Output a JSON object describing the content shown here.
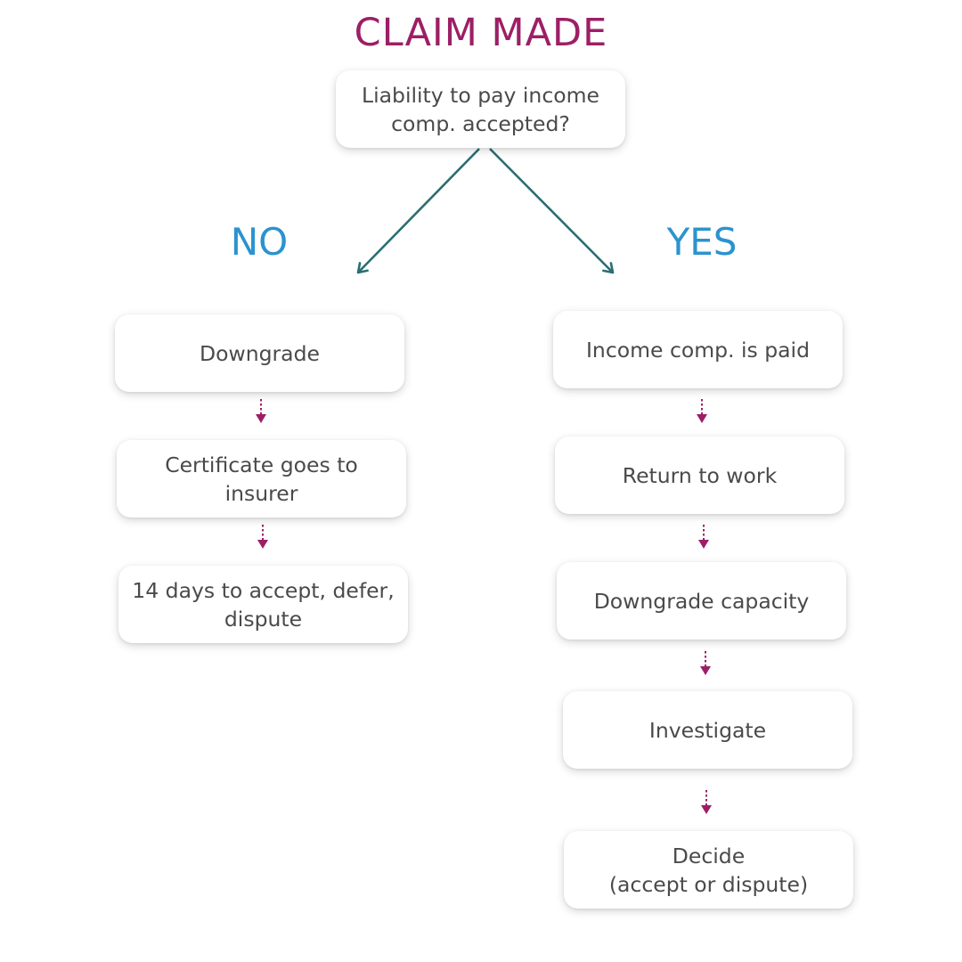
{
  "colors": {
    "title": "#9c1f66",
    "branch_label": "#2b93cf",
    "main_arrow": "#2a6e73",
    "step_arrow": "#9c1f66",
    "box_text": "#4a4a4a"
  },
  "title": "CLAIM MADE",
  "question": "Liability to pay income\ncomp. accepted?",
  "branches": {
    "no": {
      "label": "NO",
      "steps": [
        "Downgrade",
        "Certificate goes to insurer",
        "14 days to accept, defer,\ndispute"
      ]
    },
    "yes": {
      "label": "YES",
      "steps": [
        "Income comp. is paid",
        "Return to work",
        "Downgrade capacity",
        "Investigate",
        "Decide\n(accept or dispute)"
      ]
    }
  }
}
